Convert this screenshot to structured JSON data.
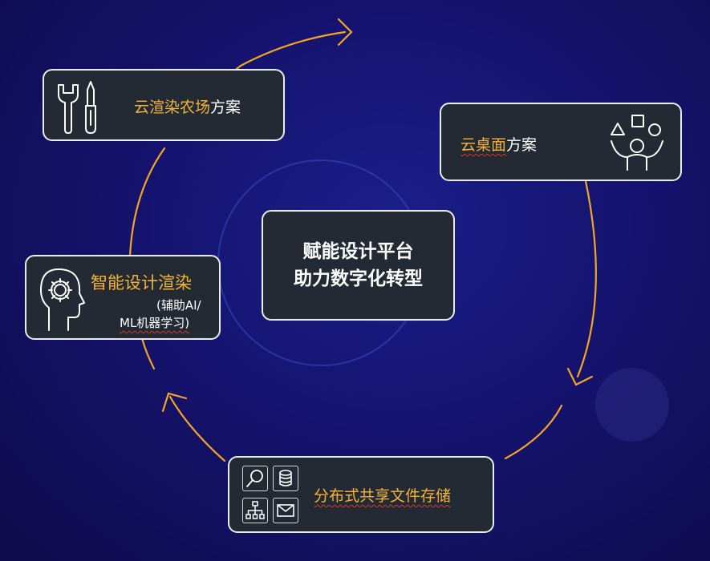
{
  "center": {
    "line1": "赋能设计平台",
    "line2": "助力数字化转型"
  },
  "cards": {
    "render_farm": {
      "highlight": "云渲染农场",
      "suffix": "方案",
      "icon": "wrench-screwdriver-icon"
    },
    "cloud_desktop": {
      "highlight": "云桌面",
      "suffix": "方案",
      "icon": "person-shapes-icon"
    },
    "smart_render": {
      "title": "智能设计渲染",
      "sub1": "(辅助AI/",
      "sub2": "ML机器学习)",
      "icon": "head-gear-icon"
    },
    "file_storage": {
      "title": "分布式共享文件存储",
      "icons": [
        "search-icon",
        "database-icon",
        "network-icon",
        "mail-icon"
      ]
    }
  },
  "colors": {
    "accent": "#f5b335",
    "card_bg": "#232a33",
    "card_border": "#e9eef3",
    "spellcheck_underline": "#d9382f"
  }
}
